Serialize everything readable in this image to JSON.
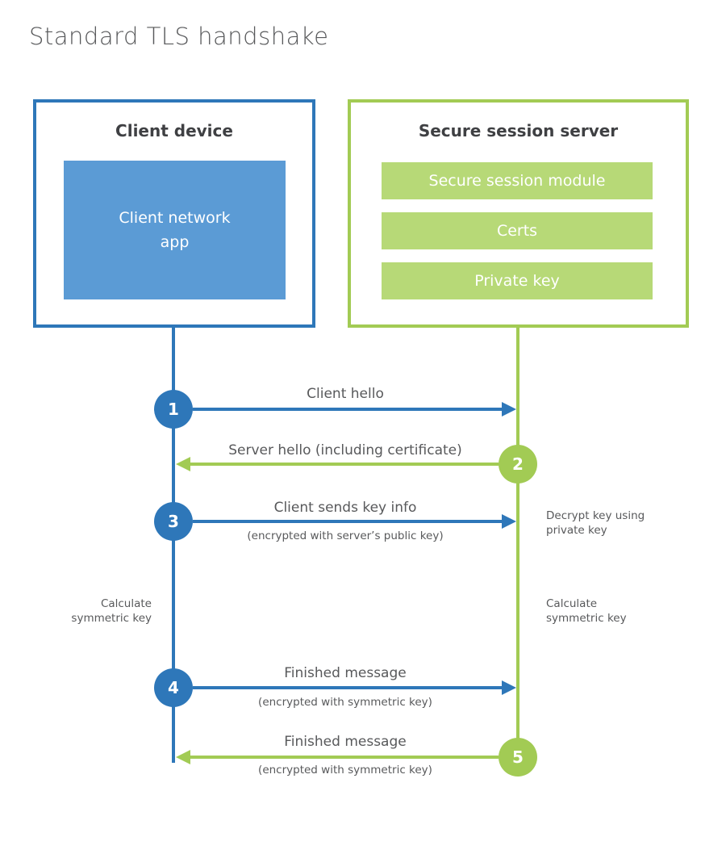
{
  "title": "Standard TLS handshake",
  "client": {
    "title": "Client device",
    "app_label": "Client network\napp"
  },
  "server": {
    "title": "Secure session server",
    "modules": [
      {
        "label": "Secure session module"
      },
      {
        "label": "Certs"
      },
      {
        "label": "Private key"
      }
    ]
  },
  "steps": [
    {
      "num": "1",
      "label": "Client hello",
      "sub": "",
      "direction": "client-to-server"
    },
    {
      "num": "2",
      "label": "Server hello (including certificate)",
      "sub": "",
      "direction": "server-to-client"
    },
    {
      "num": "3",
      "label": "Client sends key info",
      "sub": "(encrypted with server’s public key)",
      "direction": "client-to-server"
    },
    {
      "num": "4",
      "label": "Finished message",
      "sub": "(encrypted with symmetric key)",
      "direction": "client-to-server"
    },
    {
      "num": "5",
      "label": "Finished message",
      "sub": "(encrypted with symmetric key)",
      "direction": "server-to-client"
    }
  ],
  "annotations": {
    "left_calculate": "Calculate\nsymmetric key",
    "right_decrypt": "Decrypt key using\nprivate key",
    "right_calculate": "Calculate\nsymmetric key"
  },
  "colors": {
    "blue": "#2e77b9",
    "blue_fill": "#5b9bd5",
    "green": "#a2cb54",
    "green_fill": "#b7d977",
    "heading_text": "#3f4043",
    "label_text": "#58595b"
  }
}
